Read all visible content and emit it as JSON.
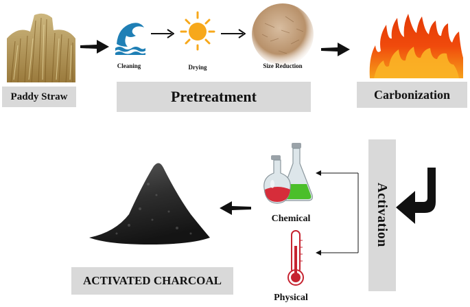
{
  "raw_material": {
    "label": "Paddy Straw"
  },
  "pretreatment": {
    "label": "Pretreatment",
    "steps": [
      {
        "label": "Cleaning",
        "icon": "water-wave-icon"
      },
      {
        "label": "Drying",
        "icon": "sun-icon"
      },
      {
        "label": "Size Reduction",
        "icon": "ground-straw-disc"
      }
    ]
  },
  "carbonization": {
    "label": "Carbonization",
    "icon": "fire-icon"
  },
  "activation": {
    "label": "Activation",
    "methods": [
      {
        "label": "Chemical",
        "icon": "flasks-icon"
      },
      {
        "label": "Physical",
        "icon": "thermometer-icon"
      }
    ]
  },
  "product": {
    "label": "ACTIVATED CHARCOAL",
    "icon": "charcoal-pile"
  },
  "colors": {
    "label_box": "#d9d9d9",
    "wave": "#1f7fb5",
    "sun": "#f7a81b",
    "fire": "#f04a0c",
    "liquid_red": "#d62d3a",
    "liquid_green": "#4bbf2a"
  }
}
